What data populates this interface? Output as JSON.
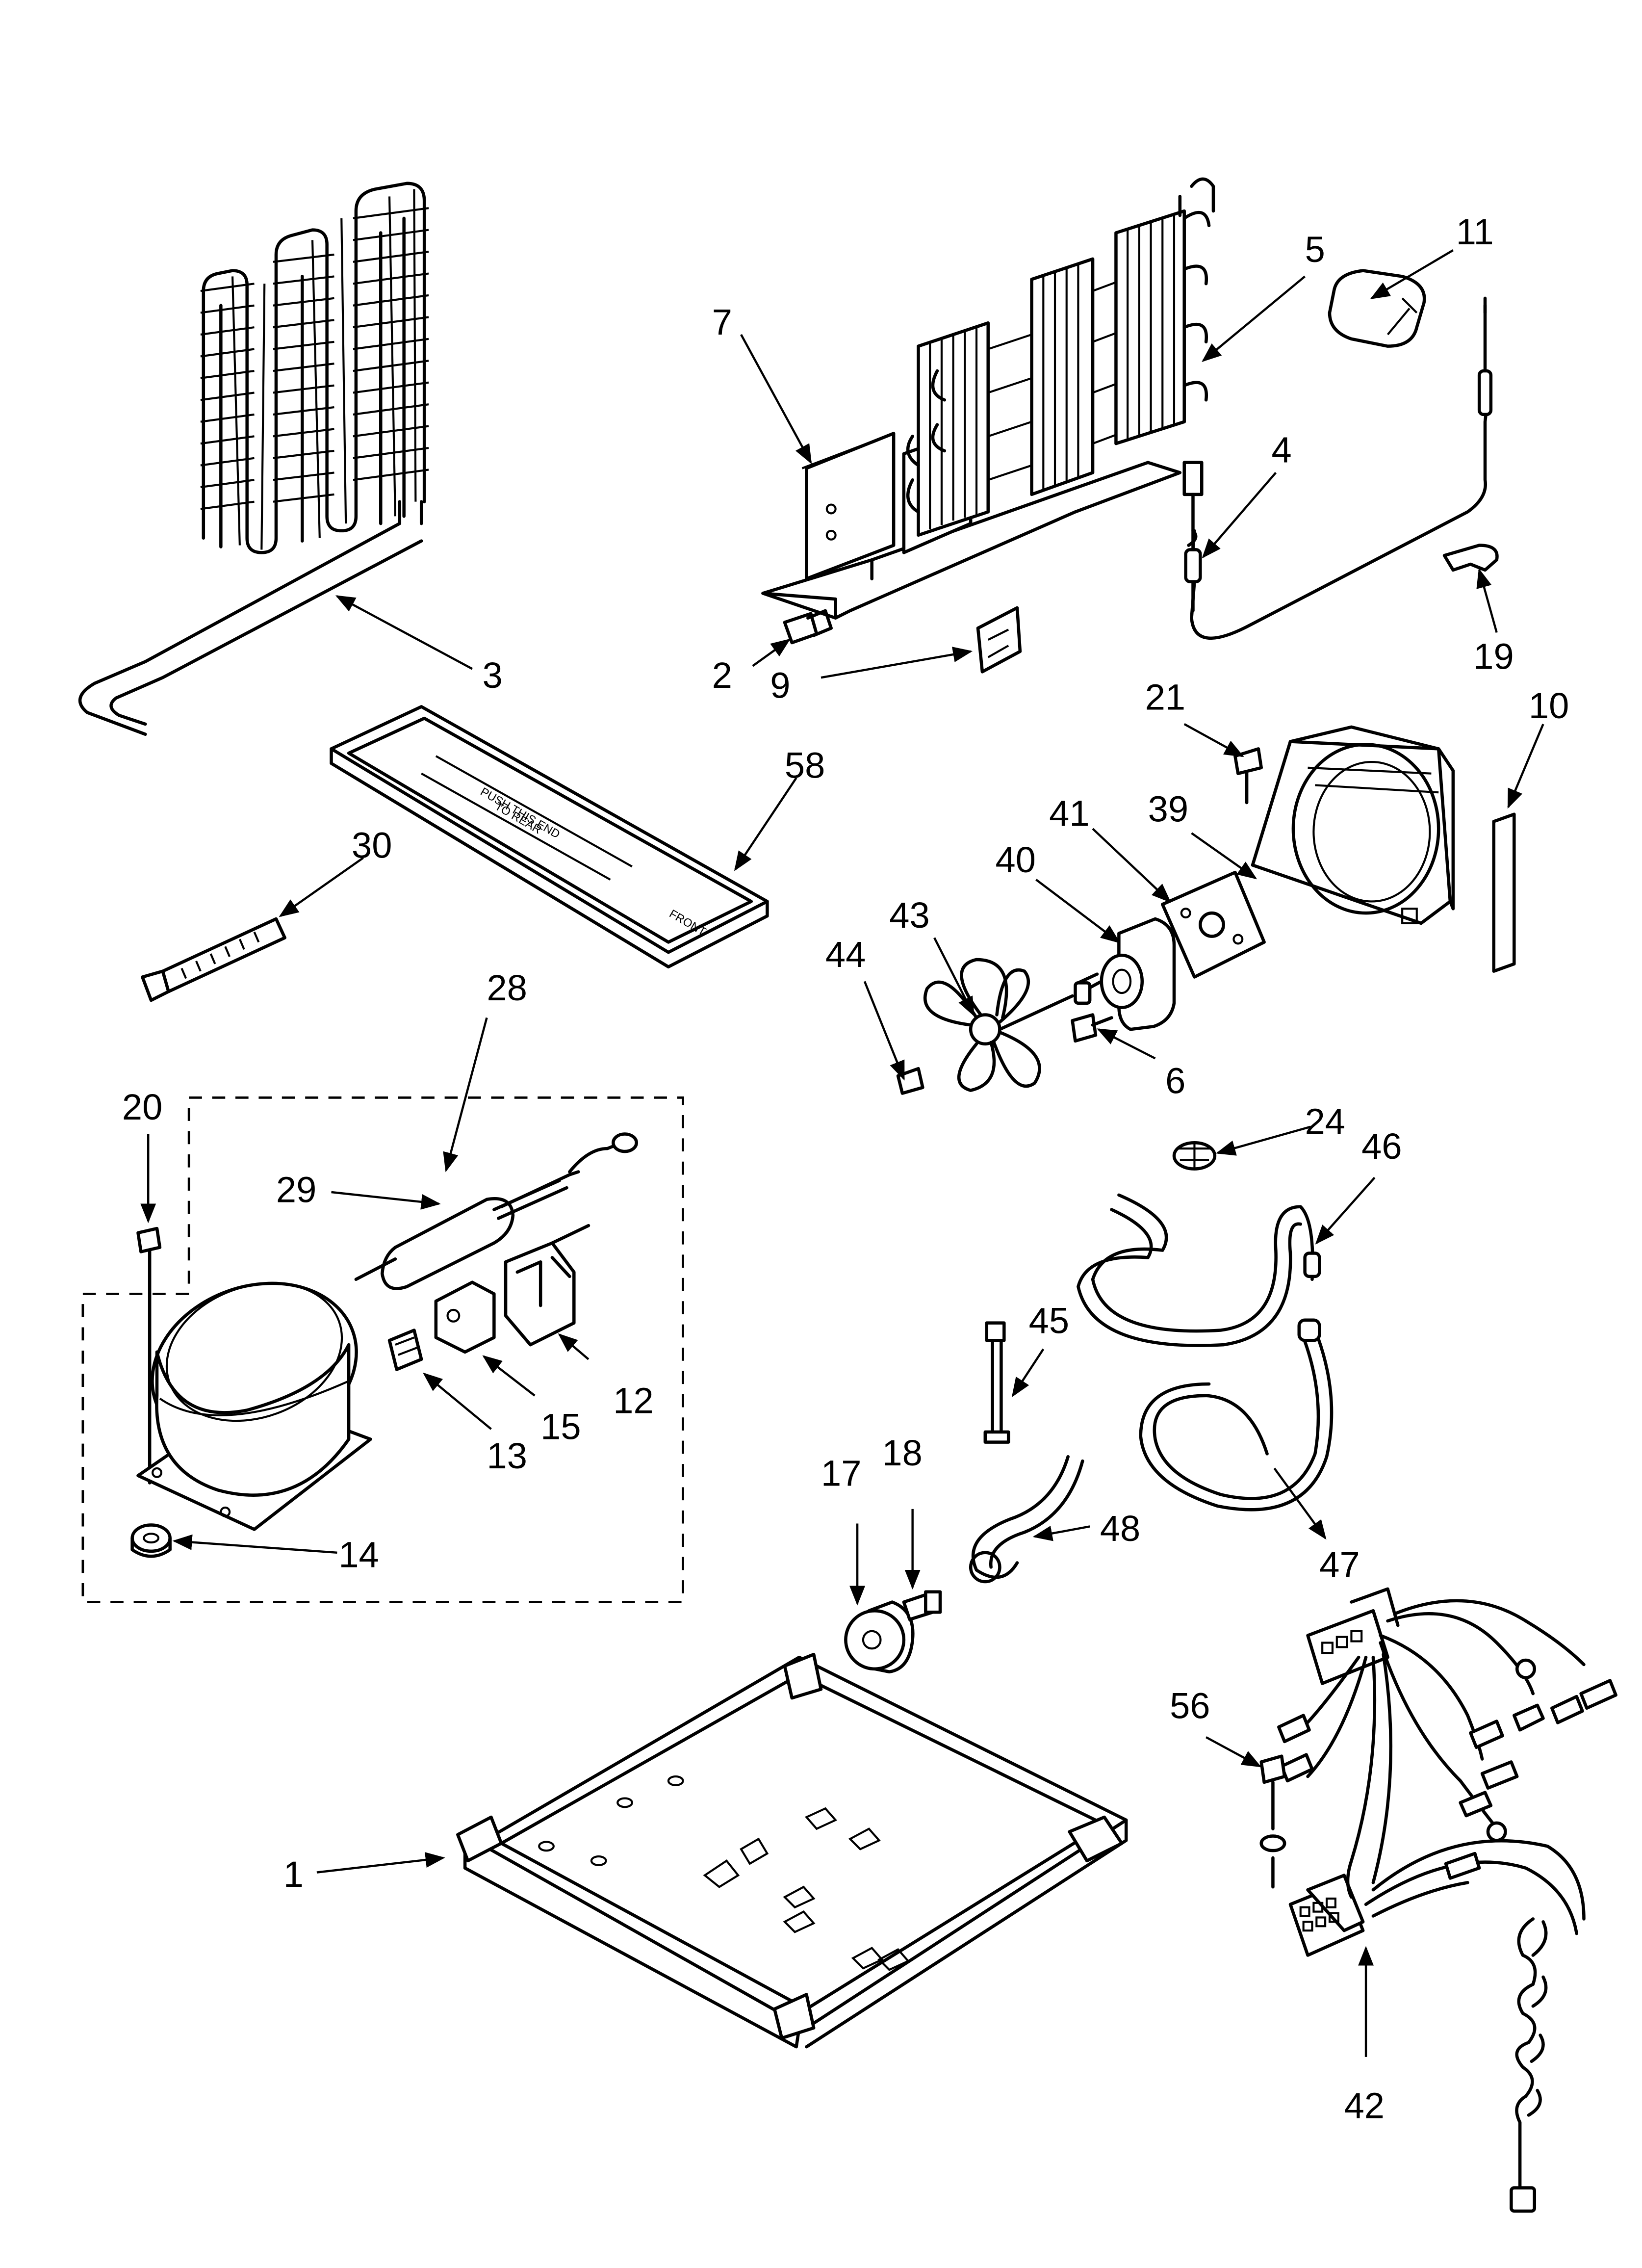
{
  "labels": {
    "p1": "1",
    "p2": "2",
    "p3": "3",
    "p4": "4",
    "p5": "5",
    "p6": "6",
    "p7": "7",
    "p9": "9",
    "p10": "10",
    "p11": "11",
    "p12": "12",
    "p13": "13",
    "p14": "14",
    "p15": "15",
    "p17": "17",
    "p18": "18",
    "p19": "19",
    "p20": "20",
    "p21": "21",
    "p24": "24",
    "p28": "28",
    "p29": "29",
    "p30": "30",
    "p39": "39",
    "p40": "40",
    "p41": "41",
    "p42": "42",
    "p43": "43",
    "p44": "44",
    "p45": "45",
    "p46": "46",
    "p47": "47",
    "p48": "48",
    "p56": "56",
    "p58": "58"
  },
  "printed_text": {
    "drain_pan_push": "PUSH THIS END",
    "drain_pan_rear": "TO REAR",
    "drain_pan_front": "FRONT"
  }
}
